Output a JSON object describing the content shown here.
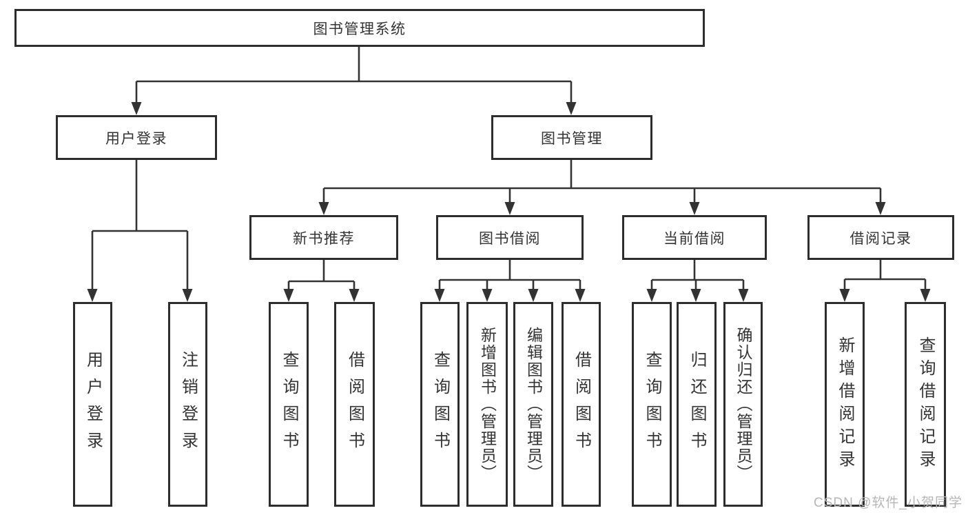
{
  "diagram": {
    "title": "图书管理系统",
    "tree": {
      "root": "图书管理系统",
      "branches": [
        {
          "label": "用户登录",
          "children": [
            "用户登录",
            "注销登录"
          ]
        },
        {
          "label": "图书管理",
          "sections": [
            {
              "label": "新书推荐",
              "children": [
                "查询图书",
                "借阅图书"
              ]
            },
            {
              "label": "图书借阅",
              "children": [
                "查询图书",
                "新增图书（管理员）",
                "编辑图书（管理员）",
                "借阅图书"
              ]
            },
            {
              "label": "当前借阅",
              "children": [
                "查询图书",
                "归还图书",
                "确认归还（管理员）"
              ]
            },
            {
              "label": "借阅记录",
              "children": [
                "新增借阅记录",
                "查询借阅记录"
              ]
            }
          ]
        }
      ]
    },
    "colors": {
      "line": "#333333",
      "box_border": "#2d2d2d",
      "text": "#333333",
      "background": "#ffffff",
      "watermark": "#b6b6b6"
    }
  },
  "watermark": {
    "text": "CSDN @软件_小贺同学"
  }
}
